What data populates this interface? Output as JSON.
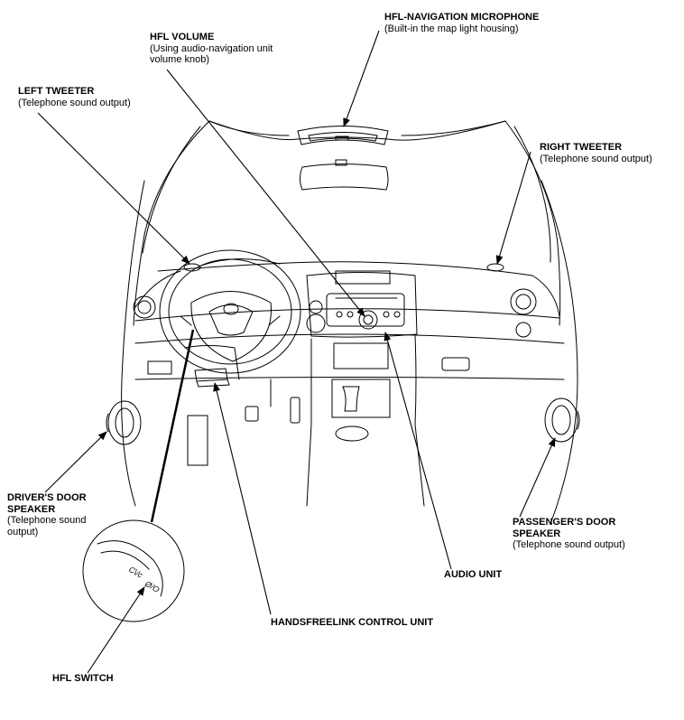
{
  "labels": {
    "hfl_nav_mic": {
      "title": "HFL-NAVIGATION MICROPHONE",
      "sub": [
        "(Built-in the map light housing)"
      ]
    },
    "hfl_volume": {
      "title": "HFL VOLUME",
      "sub": [
        "(Using audio-navigation unit",
        "volume knob)"
      ]
    },
    "left_tweeter": {
      "title": "LEFT TWEETER",
      "sub": [
        "(Telephone sound output)"
      ]
    },
    "right_tweeter": {
      "title": "RIGHT TWEETER",
      "sub": [
        "(Telephone sound output)"
      ]
    },
    "drivers_door": {
      "title": [
        "DRIVER'S DOOR",
        "SPEAKER"
      ],
      "sub": [
        "(Telephone sound",
        "output)"
      ]
    },
    "passengers_door": {
      "title": [
        "PASSENGER'S DOOR",
        "SPEAKER"
      ],
      "sub": [
        "(Telephone sound output)"
      ]
    },
    "audio_unit": {
      "title": "AUDIO UNIT"
    },
    "handsfreelink": {
      "title": "HANDSFREELINK CONTROL UNIT"
    },
    "hfl_switch": {
      "title": "HFL SWITCH"
    }
  }
}
